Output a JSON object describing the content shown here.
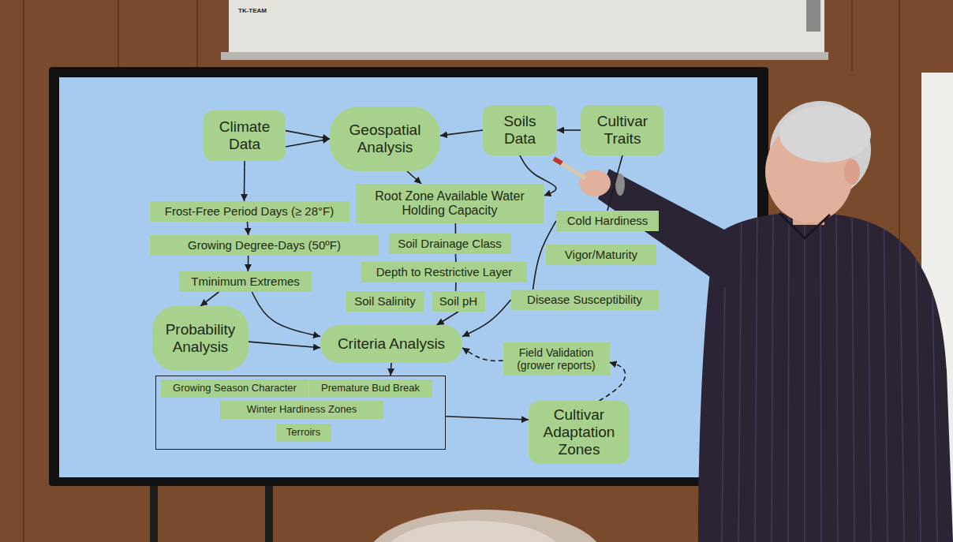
{
  "diagram": {
    "nodes": [
      {
        "text": [
          "Climate Data"
        ]
      },
      {
        "text": [
          "Geospatial Analysis"
        ]
      },
      {
        "text": [
          "Soils Data"
        ]
      },
      {
        "text": [
          "Cultivar Traits"
        ]
      },
      {
        "text": [
          "Frost-Free Period Days (≥ 28°F)"
        ]
      },
      {
        "text": [
          "Root Zone Available Water Holding Capacity"
        ]
      },
      {
        "text": [
          "Cold Hardiness"
        ]
      },
      {
        "text": [
          "Growing Degree-Days (50ºF)"
        ]
      },
      {
        "text": [
          "Soil Drainage Class"
        ]
      },
      {
        "text": [
          "Vigor/Maturity"
        ]
      },
      {
        "text": [
          "Tminimum Extremes"
        ]
      },
      {
        "text": [
          "Depth to Restrictive Layer"
        ]
      },
      {
        "text": [
          "Soil Salinity"
        ]
      },
      {
        "text": [
          "Soil pH"
        ]
      },
      {
        "text": [
          "Disease Susceptibility"
        ]
      },
      {
        "text": [
          "Probability Analysis"
        ]
      },
      {
        "text": [
          "Criteria Analysis"
        ]
      },
      {
        "text": [
          "Field Validation (grower reports)"
        ]
      },
      {
        "text": []
      },
      {
        "text": [
          "Growing Season Character"
        ],
        "in": 18
      },
      {
        "text": [
          "Premature Bud Break"
        ],
        "in": 18
      },
      {
        "text": [
          "Winter Hardiness Zones"
        ],
        "in": 18
      },
      {
        "text": [
          "Terroirs"
        ],
        "in": 18
      },
      {
        "text": [
          "Cultivar Adaptation Zones"
        ]
      }
    ],
    "edges": [
      {
        "from": 0,
        "to": 1,
        "arrow": "to"
      },
      {
        "from": 0,
        "to": 1,
        "arrow": "to"
      },
      {
        "from": 2,
        "to": 1,
        "arrow": "to"
      },
      {
        "from": 3,
        "to": 2,
        "arrow": "to"
      },
      {
        "from": 1,
        "to": 5,
        "arrow": "to"
      },
      {
        "from": 2,
        "to": 5,
        "arrow": "to"
      },
      {
        "from": 0,
        "to": 4,
        "arrow": "to"
      },
      {
        "from": 4,
        "to": 7,
        "arrow": "to"
      },
      {
        "from": 7,
        "to": 10,
        "arrow": "to"
      },
      {
        "from": 10,
        "to": 15,
        "arrow": "to"
      },
      {
        "from": 10,
        "to": 16,
        "arrow": "to"
      },
      {
        "from": 15,
        "to": 16,
        "arrow": "to"
      },
      {
        "from": 5,
        "to": 8,
        "arrow": "none"
      },
      {
        "from": 8,
        "to": 11,
        "arrow": "none"
      },
      {
        "from": 11,
        "to": 13,
        "arrow": "none"
      },
      {
        "from": 13,
        "to": 16,
        "arrow": "to"
      },
      {
        "from": 3,
        "to": 6,
        "arrow": "none"
      },
      {
        "from": 6,
        "to": 14,
        "arrow": "none"
      },
      {
        "from": 14,
        "to": 16,
        "arrow": "to"
      },
      {
        "from": 16,
        "to": 18,
        "arrow": "to"
      },
      {
        "from": 18,
        "to": 23,
        "arrow": "to"
      },
      {
        "from": 23,
        "to": 17,
        "arrow": "to"
      },
      {
        "from": 17,
        "to": 16,
        "arrow": "to"
      }
    ],
    "labels": [
      "TK-TEAM"
    ]
  }
}
